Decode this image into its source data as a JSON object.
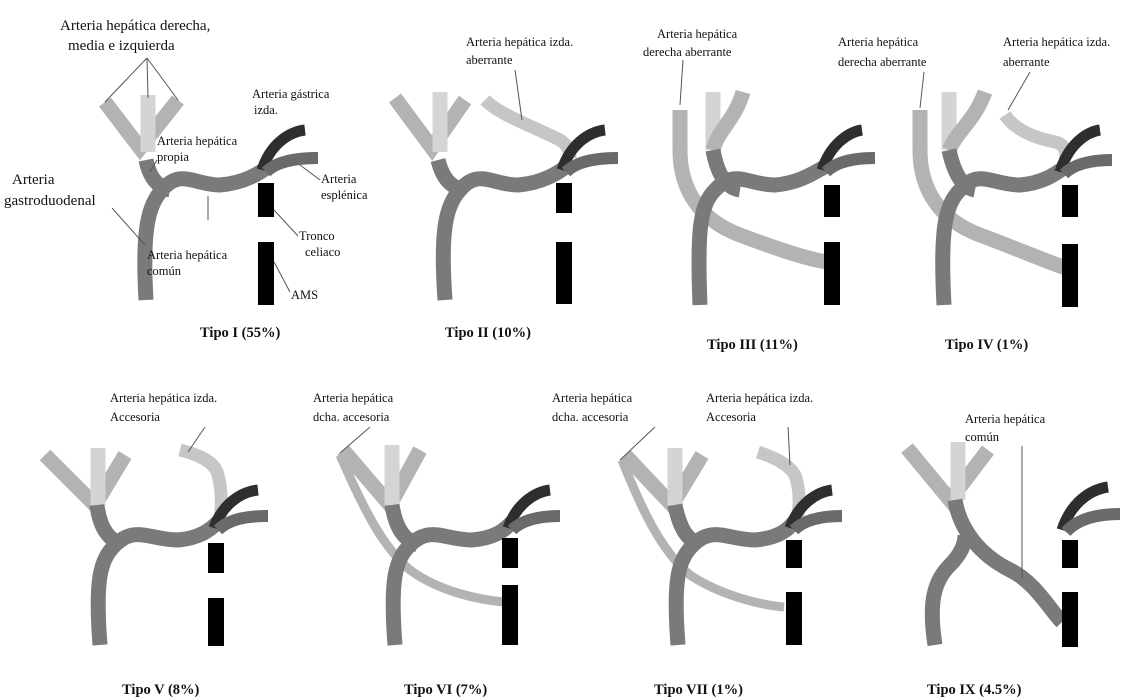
{
  "colors": {
    "mid_gray": "#7a7a7a",
    "dark_gray": "#6a6a6a",
    "light_gray": "#b3b3b3",
    "lighter_gray": "#d4d4d4",
    "near_black": "#2e2e2e",
    "black": "#000000"
  },
  "panels": [
    {
      "id": "tipo-1",
      "caption": "Tipo I  (55%)",
      "labels": {
        "hepatica_derecha_1": "Arteria hepática derecha,",
        "hepatica_derecha_2": "media  e izquierda",
        "gastrica_1": "Arteria gástrica",
        "gastrica_2": "izda.",
        "propia_1": "Arteria hepática",
        "propia_2": "propia",
        "gastroduodenal_1": "Arteria",
        "gastroduodenal_2": "gastroduodenal",
        "esplenica_1": "Arteria",
        "esplenica_2": "esplénica",
        "tronco_1": "Tronco",
        "tronco_2": "celiaco",
        "comun_1": "Arteria hepática",
        "comun_2": "común",
        "ams": "AMS"
      }
    },
    {
      "id": "tipo-2",
      "caption": "Tipo  II  (10%)",
      "labels": {
        "l1": "Arteria hepática izda.",
        "l2": "aberrante"
      }
    },
    {
      "id": "tipo-3",
      "caption": "Tipo  III  (11%)",
      "labels": {
        "l1": "Arteria hepática",
        "l2": "derecha aberrante"
      }
    },
    {
      "id": "tipo-4",
      "caption": "Tipo  IV  (1%)",
      "labels": {
        "a1": "Arteria hepática",
        "a2": "derecha aberrante",
        "b1": "Arteria hepática izda.",
        "b2": "aberrante"
      }
    },
    {
      "id": "tipo-5",
      "caption": "Tipo  V  (8%)",
      "labels": {
        "l1": "Arteria hepática izda.",
        "l2": "Accesoria"
      }
    },
    {
      "id": "tipo-6",
      "caption": "Tipo  VI  (7%)",
      "labels": {
        "l1": "Arteria hepática",
        "l2": "dcha. accesoria"
      }
    },
    {
      "id": "tipo-7",
      "caption": "Tipo  VII  (1%)",
      "labels": {
        "a1": "Arteria hepática",
        "a2": "dcha. accesoria",
        "b1": "Arteria hepática izda.",
        "b2": "Accesoria"
      }
    },
    {
      "id": "tipo-9",
      "caption": "Tipo  IX  (4.5%)",
      "labels": {
        "l1": "Arteria hepática",
        "l2": "común"
      }
    }
  ]
}
